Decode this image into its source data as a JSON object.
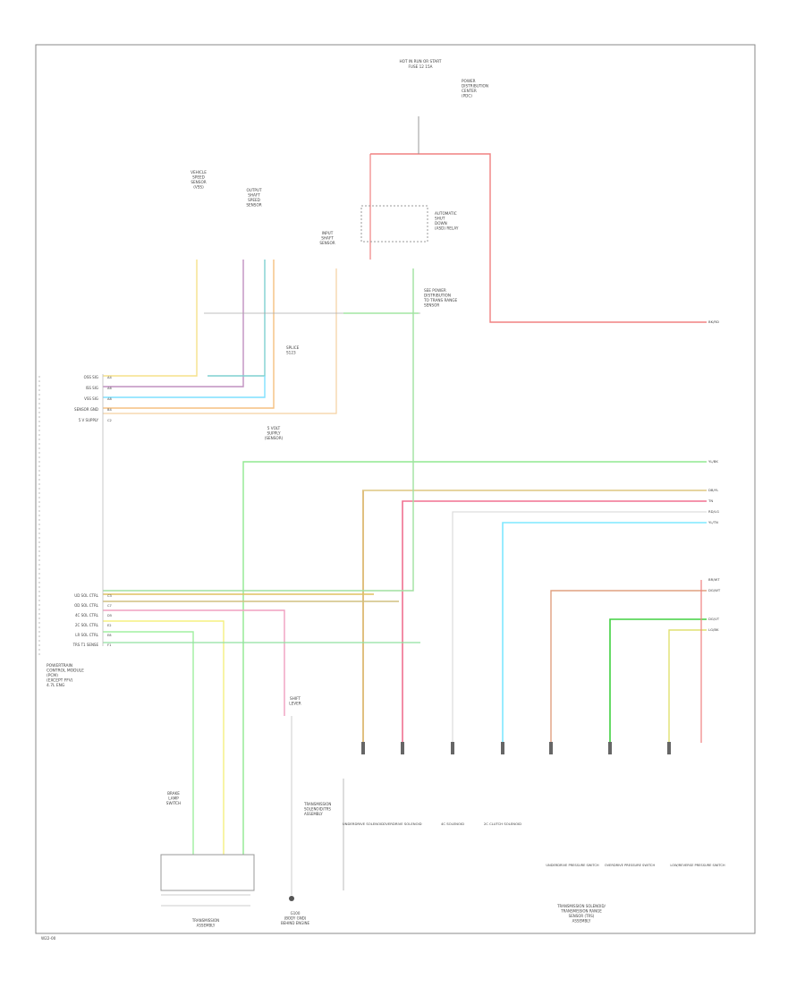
{
  "diagram": {
    "footer_code": "W22-00",
    "top_source": {
      "title": "HOT IN RUN OR START",
      "sub": "FUSE 12 15A",
      "side": [
        "POWER",
        "DISTRIBUTION",
        "CENTER",
        "(PDC)"
      ]
    },
    "relay": [
      "AUTOMATIC",
      "SHUT",
      "DOWN",
      "(ASD) RELAY"
    ],
    "sensors": {
      "left": [
        "VEHICLE",
        "SPEED",
        "SENSOR",
        "(VSS)"
      ],
      "mid": [
        "OUTPUT",
        "SHAFT",
        "SPEED",
        "SENSOR"
      ],
      "right": [
        "INPUT",
        "SHAFT",
        "SENSOR"
      ]
    },
    "splice_label": [
      "SPLICE",
      "S123"
    ],
    "ground_labels": [
      "5 VOLT",
      "SUPPLY",
      "(SENSOR)"
    ],
    "pcm": [
      "POWERTRAIN",
      "CONTROL MODULE",
      "(PCM)",
      "(EXCEPT FFV)",
      "4.7L ENG"
    ],
    "pcm_pins_top": [
      "OSS SIG",
      "ISS SIG",
      "VSS SIG",
      "SENSOR GND",
      "5 V SUPPLY"
    ],
    "pcm_pins_bottom": [
      "UD SOL CTRL",
      "OD SOL CTRL",
      "4C SOL CTRL",
      "2C SOL CTRL",
      "LR SOL CTRL",
      "TRS T1 SENSE"
    ],
    "harness_note": [
      "SEE POWER",
      "DISTRIBUTION",
      "TO TRANS RANGE",
      "SENSOR"
    ],
    "trans_note": [
      "TRANSMISSION",
      "SOLENOID/TRS",
      "ASSEMBLY"
    ],
    "sol_labels": [
      "UNDERDRIVE SOLENOID",
      "OVERDRIVE SOLENOID",
      "4C SOLENOID",
      "2C CLUTCH SOLENOID"
    ],
    "press_labels": [
      "UNDERDRIVE PRESSURE SWITCH",
      "OVERDRIVE PRESSURE SWITCH",
      "LOW/REVERSE PRESSURE SWITCH"
    ],
    "press_title": [
      "TRANSMISSION SOLENOID/",
      "TRANSMISSION RANGE",
      "SENSOR (TRS)",
      "ASSEMBLY"
    ],
    "bottom_left": [
      "BRAKE",
      "LAMP",
      "SWITCH"
    ],
    "bottom_mid": [
      "SHIFT",
      "LEVER"
    ],
    "bottom_mid_label": [
      "TRANSMISSION",
      "ASSEMBLY"
    ],
    "bottom_ground": [
      "G100",
      "(BODY GND)",
      "BEHIND ENGINE"
    ],
    "wire_right_labels": [
      "BK/RD",
      "YL/BK",
      "DB/YL",
      "TN",
      "RD/LG",
      "YL/TN",
      "BR/WT",
      "DG/WT",
      "DG/VT",
      "LG/BK"
    ],
    "pin_codes": [
      "A4",
      "A6",
      "A8",
      "B4",
      "C2",
      "C3",
      "C7",
      "D5",
      "E2",
      "E8",
      "F1"
    ]
  }
}
